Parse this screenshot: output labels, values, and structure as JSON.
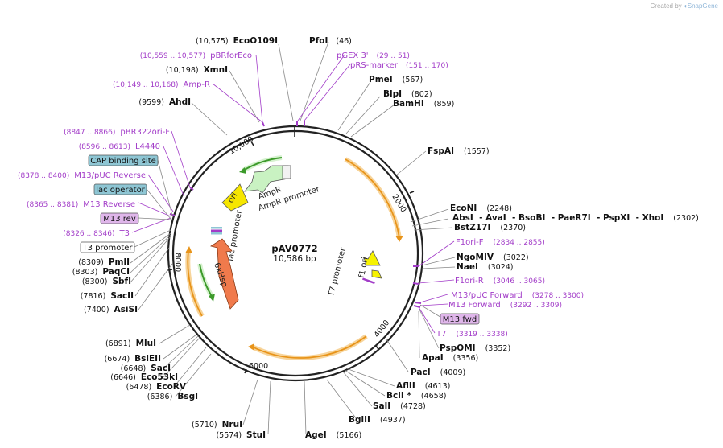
{
  "credit": {
    "prefix": "Created by",
    "brand": "SnapGene"
  },
  "plasmid": {
    "name": "pAV0772",
    "size_label": "10,586 bp"
  },
  "ticks": [
    "2000",
    "4000",
    "6000",
    "8000",
    "10,000"
  ],
  "sites": [
    {
      "name": "EcoO109I",
      "pos": "(10,575)"
    },
    {
      "name": "PfoI",
      "pos": "(46)"
    },
    {
      "name": "XmnI",
      "pos": "(10,198)"
    },
    {
      "name": "PmeI",
      "pos": "(567)"
    },
    {
      "name": "BlpI",
      "pos": "(802)"
    },
    {
      "name": "BamHI",
      "pos": "(859)"
    },
    {
      "name": "AhdI",
      "pos": "(9599)"
    },
    {
      "name": "FspAI",
      "pos": "(1557)"
    },
    {
      "name": "EcoNI",
      "pos": "(2248)"
    },
    {
      "name": "AbsI  - AvaI  - BsoBI  - PaeR7I  - PspXI  - XhoI",
      "pos": "(2302)"
    },
    {
      "name": "BstZ17I",
      "pos": "(2370)"
    },
    {
      "name": "NgoMIV",
      "pos": "(3022)"
    },
    {
      "name": "NaeI",
      "pos": "(3024)"
    },
    {
      "name": "PmlI",
      "pos": "(8309)"
    },
    {
      "name": "PaqCI",
      "pos": "(8303)"
    },
    {
      "name": "SbfI",
      "pos": "(8300)"
    },
    {
      "name": "SacII",
      "pos": "(7816)"
    },
    {
      "name": "AsiSI",
      "pos": "(7400)"
    },
    {
      "name": "PspOMI",
      "pos": "(3352)"
    },
    {
      "name": "ApaI",
      "pos": "(3356)"
    },
    {
      "name": "MluI",
      "pos": "(6891)"
    },
    {
      "name": "PacI",
      "pos": "(4009)"
    },
    {
      "name": "BsiEII",
      "pos": "(6674)"
    },
    {
      "name": "SacI",
      "pos": "(6648)"
    },
    {
      "name": "Eco53kI",
      "pos": "(6646)"
    },
    {
      "name": "AflII",
      "pos": "(4613)"
    },
    {
      "name": "EcoRV",
      "pos": "(6478)"
    },
    {
      "name": "BclI *",
      "pos": "(4658)"
    },
    {
      "name": "BsgI",
      "pos": "(6386)"
    },
    {
      "name": "SalI",
      "pos": "(4728)"
    },
    {
      "name": "BglII",
      "pos": "(4937)"
    },
    {
      "name": "NruI",
      "pos": "(5710)"
    },
    {
      "name": "StuI",
      "pos": "(5574)"
    },
    {
      "name": "AgeI",
      "pos": "(5166)"
    }
  ],
  "primers": [
    {
      "name": "pBRforEco",
      "pos": "(10,559 .. 10,577)"
    },
    {
      "name": "pGEX 3'",
      "pos": "(29 .. 51)"
    },
    {
      "name": "pRS-marker",
      "pos": "(151 .. 170)"
    },
    {
      "name": "Amp-R",
      "pos": "(10,149 .. 10,168)"
    },
    {
      "name": "pBR322ori-F",
      "pos": "(8847 .. 8866)"
    },
    {
      "name": "L4440",
      "pos": "(8596 .. 8613)"
    },
    {
      "name": "M13/pUC Reverse",
      "pos": "(8378 .. 8400)"
    },
    {
      "name": "M13 Reverse",
      "pos": "(8365 .. 8381)"
    },
    {
      "name": "T3",
      "pos": "(8326 .. 8346)"
    },
    {
      "name": "F1ori-F",
      "pos": "(2834 .. 2855)"
    },
    {
      "name": "F1ori-R",
      "pos": "(3046 .. 3065)"
    },
    {
      "name": "M13/pUC Forward",
      "pos": "(3278 .. 3300)"
    },
    {
      "name": "M13 Forward",
      "pos": "(3292 .. 3309)"
    },
    {
      "name": "T7",
      "pos": "(3319 .. 3338)"
    }
  ],
  "boxed": [
    {
      "label": "CAP binding site",
      "color": "#8ec6d4"
    },
    {
      "label": "lac operator",
      "color": "#8ec6d4"
    },
    {
      "label": "M13 rev",
      "color": "#dfb6ea"
    },
    {
      "label": "T3 promoter",
      "color": "#ffffff"
    },
    {
      "label": "M13 fwd",
      "color": "#dfb6ea"
    }
  ],
  "features": {
    "ampr": "AmpR",
    "ampr_promoter": "AmpR promoter",
    "ori": "ori",
    "lac_promoter": "lac promoter",
    "gene": "6xHsp",
    "t7_promoter": "T7 promoter",
    "f1_ori": "f1 ori"
  },
  "colors": {
    "primer": "#a23cc8",
    "orf_stroke": "#e8941a",
    "orf_glow": "#f7d49a",
    "ampr_fill": "#c9f2c2",
    "ori_fill": "#f6e600",
    "gene_fill": "#f07a4c",
    "f1_fill": "#f6f200",
    "green_arrow": "#3c9a2a"
  }
}
